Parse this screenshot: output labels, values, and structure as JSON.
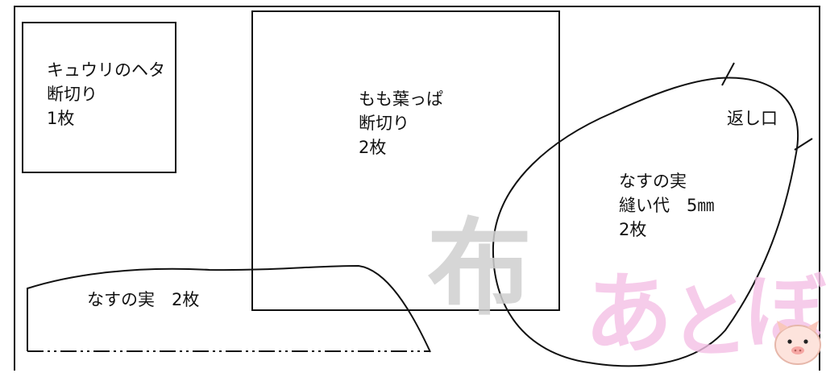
{
  "pieces": {
    "cucumber_calyx": {
      "lines": [
        "キュウリのヘタ",
        "断切り",
        "1枚"
      ]
    },
    "peach_leaf": {
      "lines": [
        "もも葉っぱ",
        "断切り",
        "2枚"
      ]
    },
    "eggplant_fruit": {
      "lines": [
        "なすの実",
        "縫い代　5㎜",
        "2枚"
      ],
      "return_opening": "返し口"
    },
    "eggplant_strip": {
      "label": "なすの実　2枚"
    }
  },
  "watermark": {
    "text": "布あとぼ"
  },
  "colors": {
    "line": "#111111",
    "watermark_gray": "#c9c9c9",
    "watermark_pink": "#f4c0e6"
  }
}
